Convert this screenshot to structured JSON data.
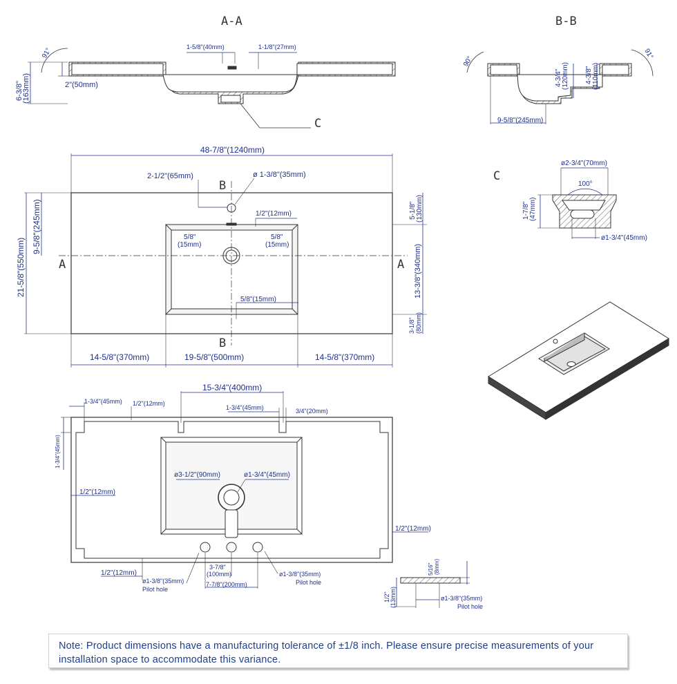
{
  "section_labels": {
    "aa": "A-A",
    "bb": "B-B",
    "c": "C",
    "c_detail": "C",
    "a_left": "A",
    "a_right": "A",
    "b_top": "B",
    "b_bottom": "B"
  },
  "section_aa": {
    "angle": "91°",
    "dim_40": "1-5/8\"(40mm)",
    "dim_27": "1-1/8\"(27mm)",
    "dim_163": "6-3/8\"",
    "dim_163_mm": "(163mm)",
    "dim_50": "2\"(50mm)"
  },
  "section_bb": {
    "angle_left": "90°",
    "angle_right": "91°",
    "dim_120": "4-3/4\"",
    "dim_120_mm": "(120mm)",
    "dim_110": "4-3/8\"",
    "dim_110_mm": "(110mm)",
    "dim_245": "9-5/8\"(245mm)"
  },
  "detail_c": {
    "dim_70": "ø2-3/4\"(70mm)",
    "angle": "100°",
    "dim_47": "1-7/8\"",
    "dim_47_mm": "(47mm)",
    "dim_45": "ø1-3/4\"(45mm)"
  },
  "top_view": {
    "width": "48-7/8\"(1240mm)",
    "dim_65": "2-1/2\"(65mm)",
    "hole": "ø 1-3/8\"(35mm)",
    "dim_12": "1/2\"(12mm)",
    "left_15_in": "5/8\"",
    "left_15_mm": "(15mm)",
    "right_15_in": "5/8\"",
    "right_15_mm": "(15mm)",
    "bottom_15": "5/8\"(15mm)",
    "dim_245": "9-5/8\"(245mm)",
    "dim_550": "21-5/8\"(550mm)",
    "dim_130": "5-1/8\"",
    "dim_130_mm": "(130mm)",
    "dim_340": "13-3/8\"(340mm)",
    "dim_80": "3-1/8\"",
    "dim_80_mm": "(80mm)",
    "left_370": "14-5/8\"(370mm)",
    "center_500": "19-5/8\"(500mm)",
    "right_370": "14-5/8\"(370mm)"
  },
  "bottom_view": {
    "dim_400": "15-3/4\"(400mm)",
    "dim_45_tl": "1-3/4\"(45mm)",
    "dim_12_top": "1/2\"(12mm)",
    "dim_45_mid": "1-3/4\"(45mm)",
    "dim_20": "3/4\"(20mm)",
    "dim_45_left": "1-3/4\"(45mm)",
    "dim_12_left": "1/2\"(12mm)",
    "drain_90": "ø3-1/2\"(90mm)",
    "drain_45": "ø1-3/4\"(45mm)",
    "dim_12_right": "1/2\"(12mm)",
    "dim_12_bottom": "1/2\"(12mm)",
    "pilot_left": "ø1-3/8\"(35mm)",
    "pilot_left_note": "Pilot hole",
    "dim_100_in": "3-7/8\"",
    "dim_100_mm": "(100mm)",
    "dim_200": "7-7/8\"(200mm)",
    "pilot_right": "ø1-3/8\"(35mm)",
    "pilot_right_note": "Pilot hole"
  },
  "thickness_detail": {
    "dim_8_in": "5/16\"",
    "dim_8_mm": "(8mm)",
    "dim_13_in": "1/2\"",
    "dim_13_mm": "(13mm)",
    "hole": "ø1-3/8\"(35mm)",
    "note": "Pilot hole"
  },
  "note": "Note: Product dimensions have a manufacturing tolerance of ±1/8 inch. Please ensure precise measurements of your installation space to accommodate this variance.",
  "colors": {
    "dimension_text": "#1e2f8c",
    "outline": "#333333",
    "note_text": "#1f3f86"
  }
}
